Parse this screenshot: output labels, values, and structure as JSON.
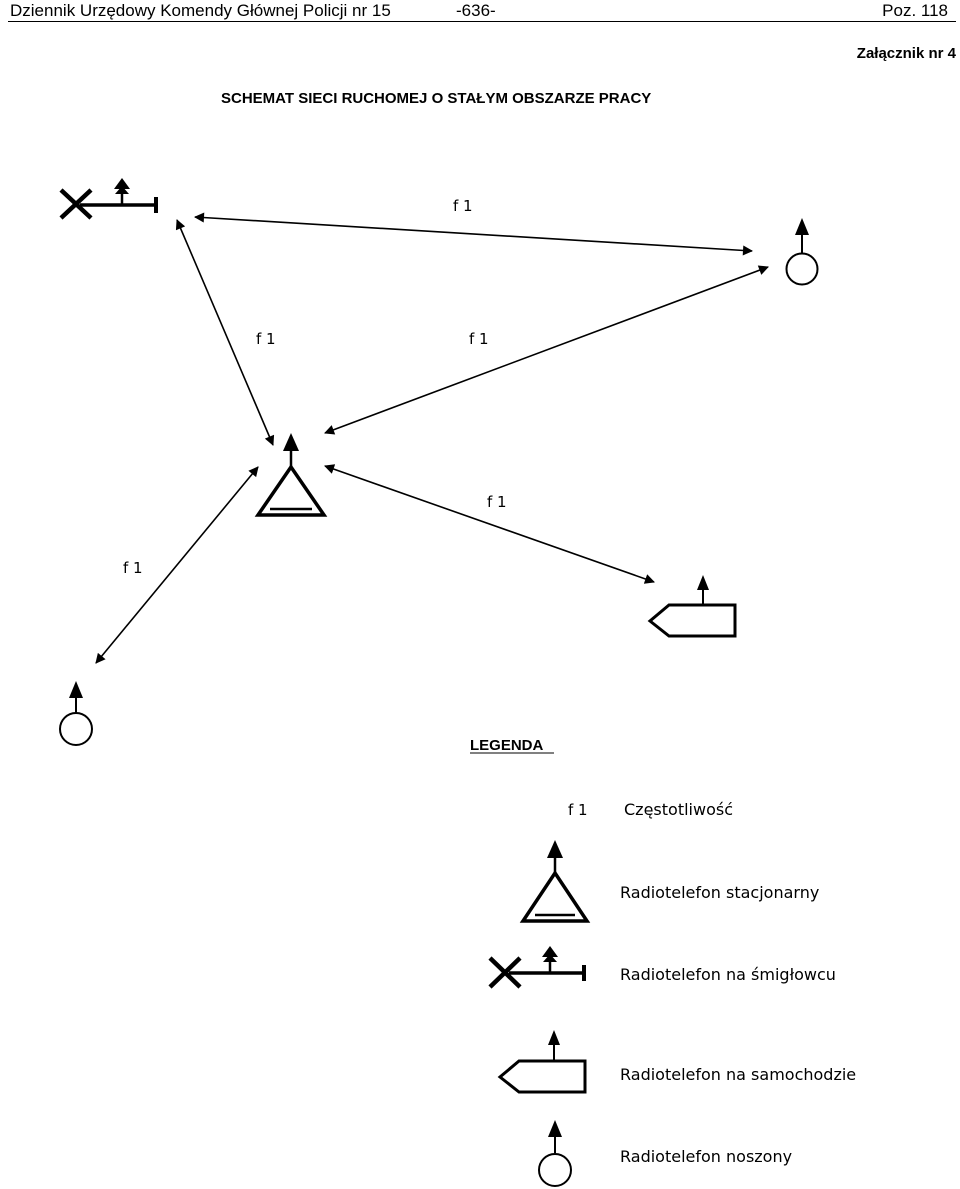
{
  "header": {
    "journal": "Dziennik Urzędowy Komendy Głównej Policji nr 15",
    "page": "-636-",
    "position": "Poz. 118"
  },
  "attachment": "Załącznik nr 4",
  "title": "SCHEMAT SIECI RUCHOMEJ O STAŁYM OBSZARZE PRACY",
  "diagram": {
    "links": [
      {
        "from": "helicopter",
        "to": "handheld-right",
        "label": "f 1"
      },
      {
        "from": "helicopter",
        "to": "station",
        "label": "f 1"
      },
      {
        "from": "handheld-right",
        "to": "station",
        "label": "f 1"
      },
      {
        "from": "station",
        "to": "car",
        "label": "f 1"
      },
      {
        "from": "station",
        "to": "handheld-left",
        "label": "f 1"
      }
    ]
  },
  "legend": {
    "title": "LEGENDA",
    "frequency_symbol": "f 1",
    "frequency": "Częstotliwość",
    "stationary": "Radiotelefon stacjonarny",
    "helicopter": "Radiotelefon na śmigłowcu",
    "car": "Radiotelefon na samochodzie",
    "handheld": "Radiotelefon noszony"
  }
}
